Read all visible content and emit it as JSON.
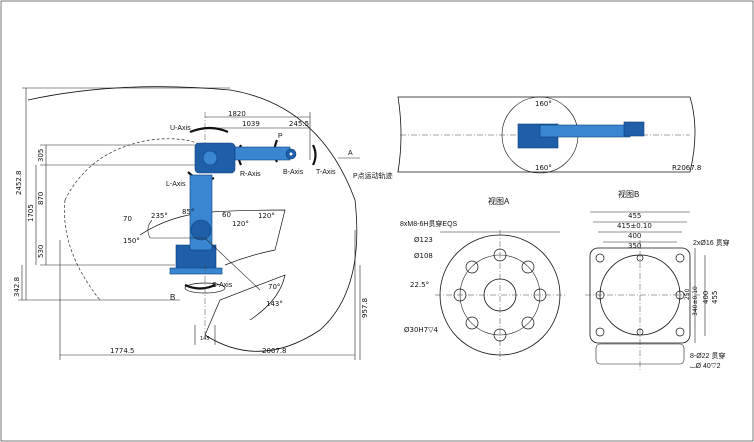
{
  "side_view": {
    "labels": {
      "u_axis": "U-Axis",
      "l_axis": "L-Axis",
      "r_axis": "R-Axis",
      "b_axis": "B-Axis",
      "t_axis": "T-Axis",
      "s_axis": "S-Axis",
      "p_point": "P",
      "a_marker": "A",
      "b_marker": "B",
      "p_track": "P点运动轨迹"
    },
    "dims": {
      "d1820": "1820",
      "d1039": "1039",
      "d245_5": "245.5",
      "d305": "305",
      "d2452_8": "2452.8",
      "d870": "870",
      "d1705": "1705",
      "d530": "530",
      "d342_8": "342.8",
      "d957_8": "957.8",
      "d1774_5": "1774.5",
      "d2067_8": "2067.8",
      "d145": "145"
    },
    "angles": {
      "a70": "70",
      "a235": "235°",
      "a85": "85°",
      "a60": "60",
      "a120_1": "120°",
      "a120_2": "120°",
      "a150": "150°",
      "a70b": "70°",
      "a143": "143°"
    }
  },
  "top_view": {
    "angle_top": "160°",
    "angle_bottom": "160°",
    "radius": "R2067.8"
  },
  "view_a": {
    "title": "视图A",
    "thread": "8xM8-6H贯穿EQS",
    "d123": "Ø123",
    "d108": "Ø108",
    "ang22_5": "22.5°",
    "pin": "Ø30H7▽4"
  },
  "view_b": {
    "title": "视图B",
    "w455": "455",
    "w415": "415±0.10",
    "w400": "400",
    "w350": "350",
    "holes_top": "2xØ16 贯穿",
    "h455": "455",
    "h400": "400",
    "h340": "340±0.10",
    "h250": "250",
    "holes_bottom": "8-Ø22 贯穿",
    "cbore": "⌴Ø 40▽2"
  },
  "colors": {
    "robot_primary": "#3a86d0",
    "robot_dark": "#1f5fa8",
    "line": "#111111"
  }
}
